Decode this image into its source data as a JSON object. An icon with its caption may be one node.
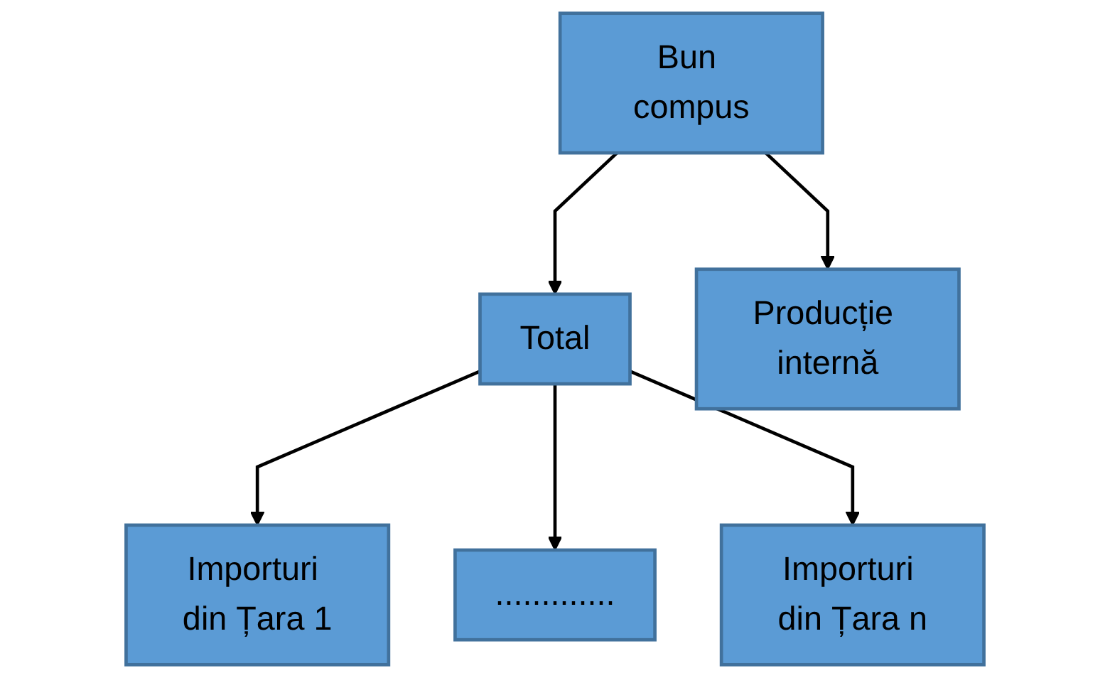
{
  "diagram": {
    "nodes": [
      {
        "text": [
          "Bun compus"
        ]
      },
      {
        "text": [
          "Total"
        ]
      },
      {
        "text": [
          "Producție internă"
        ]
      },
      {
        "text": [
          "Importuri din Țara 1"
        ]
      },
      {
        "text": [
          "............."
        ]
      },
      {
        "text": [
          "Importuri din Țara n"
        ]
      }
    ],
    "edges": [
      {
        "from": 0,
        "to": 1,
        "arrow": "to"
      },
      {
        "from": 0,
        "to": 2,
        "arrow": "to"
      },
      {
        "from": 1,
        "to": 3,
        "arrow": "to"
      },
      {
        "from": 1,
        "to": 4,
        "arrow": "to"
      },
      {
        "from": 1,
        "to": 5,
        "arrow": "to"
      }
    ]
  }
}
